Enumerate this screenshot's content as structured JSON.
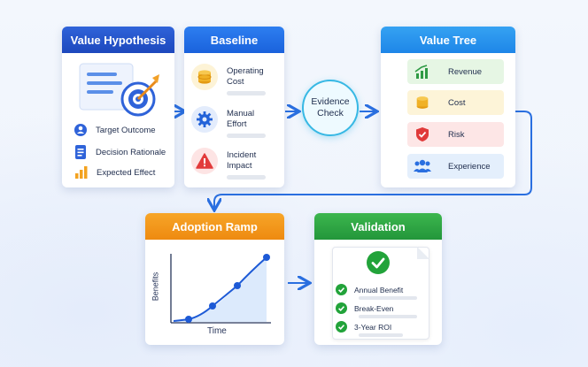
{
  "value_hypothesis": {
    "title": "Value Hypothesis",
    "items": [
      {
        "label": "Target Outcome",
        "icon": "person-icon"
      },
      {
        "label": "Decision Rationale",
        "icon": "document-icon"
      },
      {
        "label": "Expected Effect",
        "icon": "bar-chart-icon"
      }
    ]
  },
  "baseline": {
    "title": "Baseline",
    "items": [
      {
        "label": "Operating Cost",
        "icon": "coins-icon"
      },
      {
        "label": "Manual Effort",
        "icon": "gear-icon"
      },
      {
        "label": "Incident Impact",
        "icon": "warning-icon"
      }
    ]
  },
  "evidence_check": {
    "label": "Evidence Check"
  },
  "value_tree": {
    "title": "Value Tree",
    "items": [
      {
        "label": "Revenue",
        "icon": "growth-chart-icon",
        "color": "#e6f6e4"
      },
      {
        "label": "Cost",
        "icon": "coins-icon",
        "color": "#fdf4d8"
      },
      {
        "label": "Risk",
        "icon": "shield-icon",
        "color": "#fde6e6"
      },
      {
        "label": "Experience",
        "icon": "people-icon",
        "color": "#e4effc"
      }
    ]
  },
  "adoption_ramp": {
    "title": "Adoption Ramp",
    "ylabel": "Benefits",
    "xlabel": "Time"
  },
  "validation": {
    "title": "Validation",
    "items": [
      {
        "label": "Annual Benefit"
      },
      {
        "label": "Break-Even"
      },
      {
        "label": "3-Year ROI"
      }
    ]
  },
  "colors": {
    "blue_dark": "#1d48bd",
    "blue": "#1a62dc",
    "blue_light": "#1e86e8",
    "orange": "#ee8a10",
    "green": "#23963a",
    "connector": "#2a6fe0"
  }
}
